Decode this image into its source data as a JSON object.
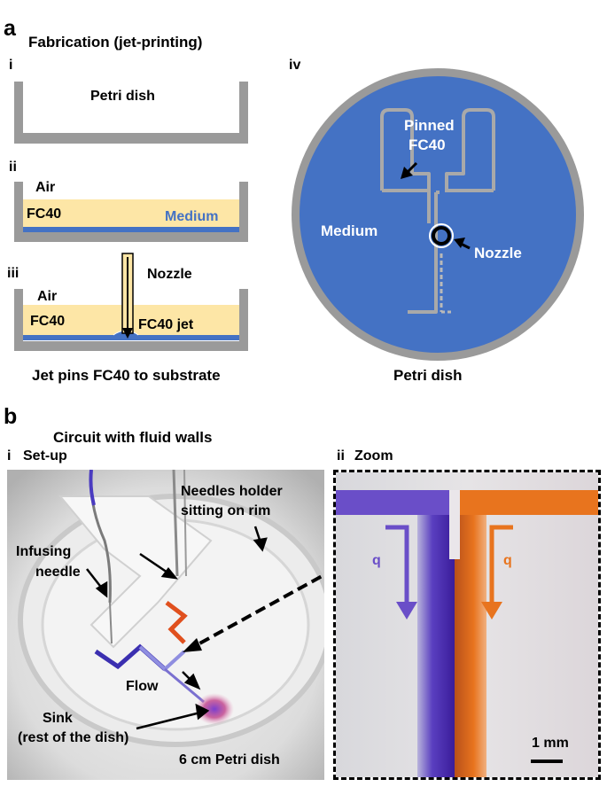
{
  "figure": {
    "panel_a": {
      "letter": "a",
      "title": "Fabrication (jet-printing)",
      "sub_i": {
        "roman": "i",
        "label": "Petri dish"
      },
      "sub_ii": {
        "roman": "ii",
        "air": "Air",
        "fc40": "FC40",
        "medium": "Medium"
      },
      "sub_iii": {
        "roman": "iii",
        "air": "Air",
        "fc40": "FC40",
        "nozzle": "Nozzle",
        "jet": "FC40 jet"
      },
      "caption_left": "Jet pins FC40 to substrate",
      "sub_iv": {
        "roman": "iv",
        "pinned_line1": "Pinned",
        "pinned_line2": "FC40",
        "medium": "Medium",
        "nozzle": "Nozzle"
      },
      "caption_right": "Petri dish"
    },
    "panel_b": {
      "letter": "b",
      "title": "Circuit with fluid walls",
      "sub_i": {
        "roman": "i",
        "label": "Set-up",
        "holder_line1": "Needles holder",
        "holder_line2": "sitting on rim",
        "infusing_line1": "Infusing",
        "infusing_line2": "needle",
        "flow": "Flow",
        "sink_line1": "Sink",
        "sink_line2": "(rest of the dish)",
        "dish": "6 cm Petri dish"
      },
      "sub_ii": {
        "roman": "ii",
        "label": "Zoom",
        "q_left": "q",
        "q_right": "q",
        "scale": "1 mm"
      }
    },
    "colors": {
      "dish_gray": "#9a9a9a",
      "fc40_yellow": "#fde6a6",
      "medium_blue": "#4472c4",
      "dye_purple": "#5a3fc0",
      "dye_orange": "#e8741e"
    }
  }
}
